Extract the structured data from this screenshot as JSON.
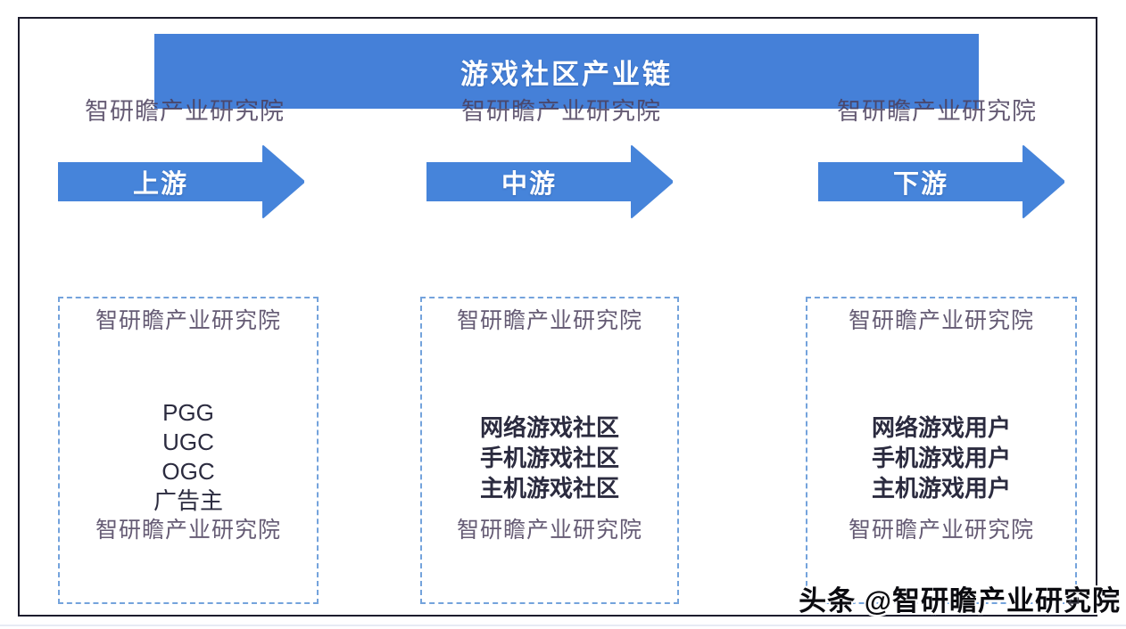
{
  "diagram": {
    "title": "游戏社区产业链",
    "watermark_text": "智研瞻产业研究院",
    "footer_watermark": "头条 @智研瞻产业研究院",
    "return_symbol": "↵",
    "stages": [
      {
        "arrow_label": "上游",
        "items": [
          "PGG",
          "UGC",
          "OGC",
          "广告主"
        ]
      },
      {
        "arrow_label": "中游",
        "items": [
          "网络游戏社区",
          "手机游戏社区",
          "主机游戏社区"
        ]
      },
      {
        "arrow_label": "下游",
        "items": [
          "网络游戏用户",
          "手机游戏用户",
          "主机游戏用户"
        ]
      }
    ],
    "colors": {
      "primary_blue": "#4580d8",
      "dashed_border": "#74a3dc",
      "watermark_text_color": "#4a3e5c",
      "frame_border": "#1b1b2c",
      "item_text": "#2b2b3f",
      "title_text": "#ffffff"
    }
  }
}
